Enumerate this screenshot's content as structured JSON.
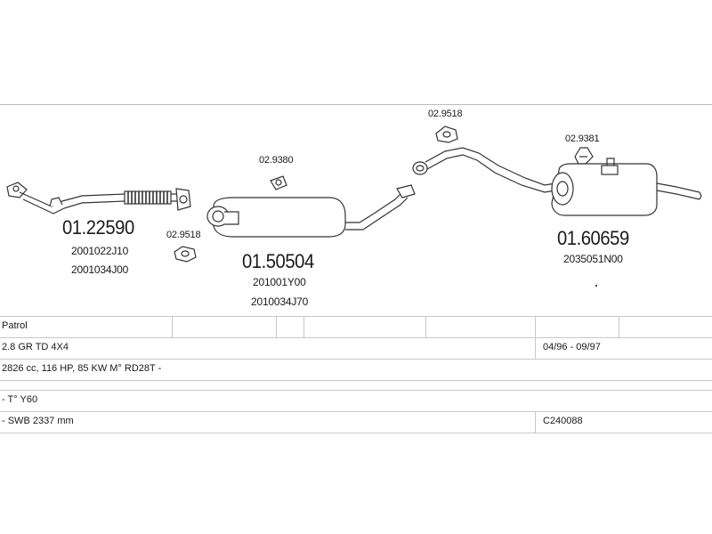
{
  "parts": {
    "front_pipe": {
      "number": "01.22590",
      "refs": [
        "2001022J10",
        "2001034J00"
      ]
    },
    "gasket_left": {
      "number": "02.9518"
    },
    "center_silencer": {
      "number": "01.50504",
      "refs": [
        "201001Y00",
        "2010034J70"
      ]
    },
    "hanger_mid": {
      "number": "02.9380"
    },
    "gasket_top": {
      "number": "02.9518"
    },
    "hanger_rear": {
      "number": "02.9381"
    },
    "rear_silencer": {
      "number": "01.60659",
      "refs": [
        "2035051N00"
      ]
    }
  },
  "vehicle_table": {
    "model": "Patrol",
    "engine": "2.8 GR TD 4X4",
    "years": "04/96 - 09/97",
    "details": "2826 cc, 116 HP, 85 KW M° RD28T -",
    "type": "- T° Y60",
    "wheelbase": "- SWB 2337 mm",
    "catalog": "C240088"
  }
}
